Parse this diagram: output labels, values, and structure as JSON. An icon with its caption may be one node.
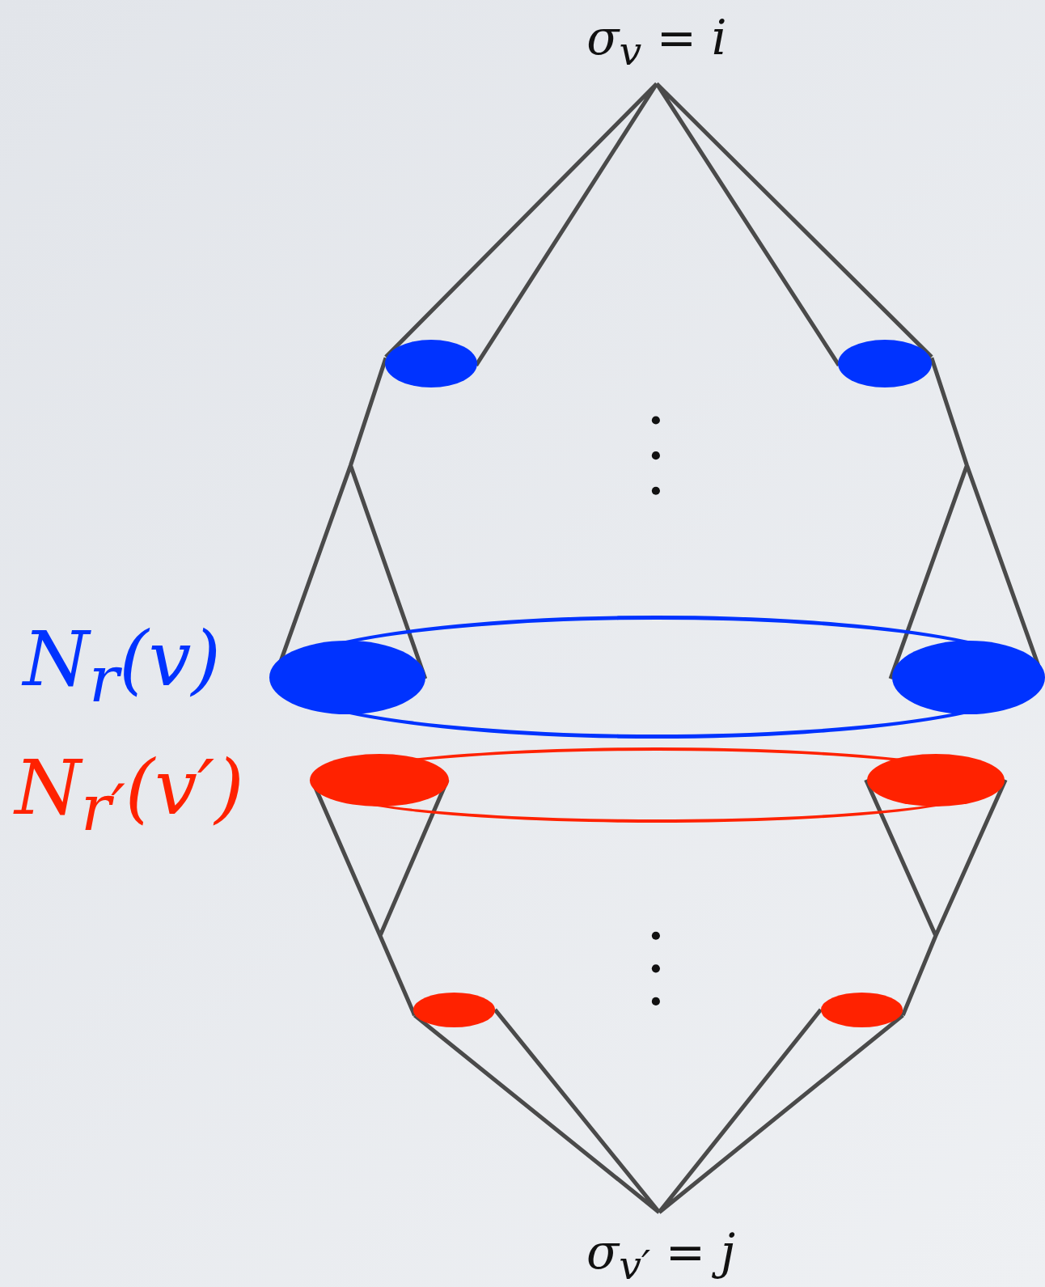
{
  "diagram": {
    "nodes": [
      {
        "text": [
          "σ$_{v}$ = i"
        ]
      },
      {
        "text": [
          "N$_{r}$(v)"
        ]
      },
      {
        "text": [
          "N$_{r′}$(v′)"
        ]
      },
      {
        "text": [],
        "shape": "ellipse"
      },
      {
        "text": [],
        "shape": "ellipse"
      },
      {
        "text": [],
        "shape": "ellipse",
        "in": 1
      },
      {
        "text": [],
        "shape": "ellipse",
        "in": 1
      },
      {
        "text": [],
        "shape": "ellipse",
        "in": 2
      },
      {
        "text": [],
        "shape": "ellipse",
        "in": 2
      },
      {
        "text": [],
        "shape": "ellipse"
      },
      {
        "text": [],
        "shape": "ellipse"
      },
      {
        "text": [
          "σ$_{v′}$ = j"
        ]
      }
    ],
    "edges": [
      {
        "from": 0,
        "to": 3,
        "arrow": "none"
      },
      {
        "from": 0,
        "to": 4,
        "arrow": "none"
      },
      {
        "from": 3,
        "to": 5,
        "arrow": "none"
      },
      {
        "from": 4,
        "to": 6,
        "arrow": "none"
      },
      {
        "from": 7,
        "to": 9,
        "arrow": "none"
      },
      {
        "from": 8,
        "to": 10,
        "arrow": "none"
      },
      {
        "from": 9,
        "to": 11,
        "arrow": "none"
      },
      {
        "from": 10,
        "to": 11,
        "arrow": "none"
      }
    ]
  }
}
